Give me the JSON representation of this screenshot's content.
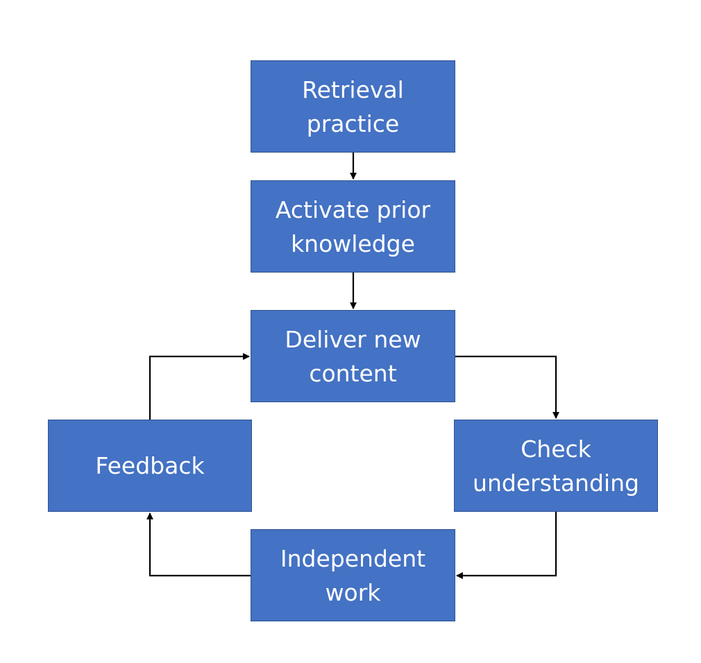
{
  "diagram": {
    "nodes": {
      "retrieval": "Retrieval practice",
      "activate": "Activate prior knowledge",
      "deliver": "Deliver new content",
      "check": "Check understanding",
      "independent": "Independent work",
      "feedback": "Feedback"
    },
    "edges": [
      {
        "from": "retrieval",
        "to": "activate"
      },
      {
        "from": "activate",
        "to": "deliver"
      },
      {
        "from": "deliver",
        "to": "check"
      },
      {
        "from": "check",
        "to": "independent"
      },
      {
        "from": "independent",
        "to": "feedback"
      },
      {
        "from": "feedback",
        "to": "deliver"
      }
    ],
    "colors": {
      "node_fill": "#4472c4",
      "node_border": "#2f528f",
      "node_text": "#ffffff",
      "arrow": "#000000"
    }
  }
}
